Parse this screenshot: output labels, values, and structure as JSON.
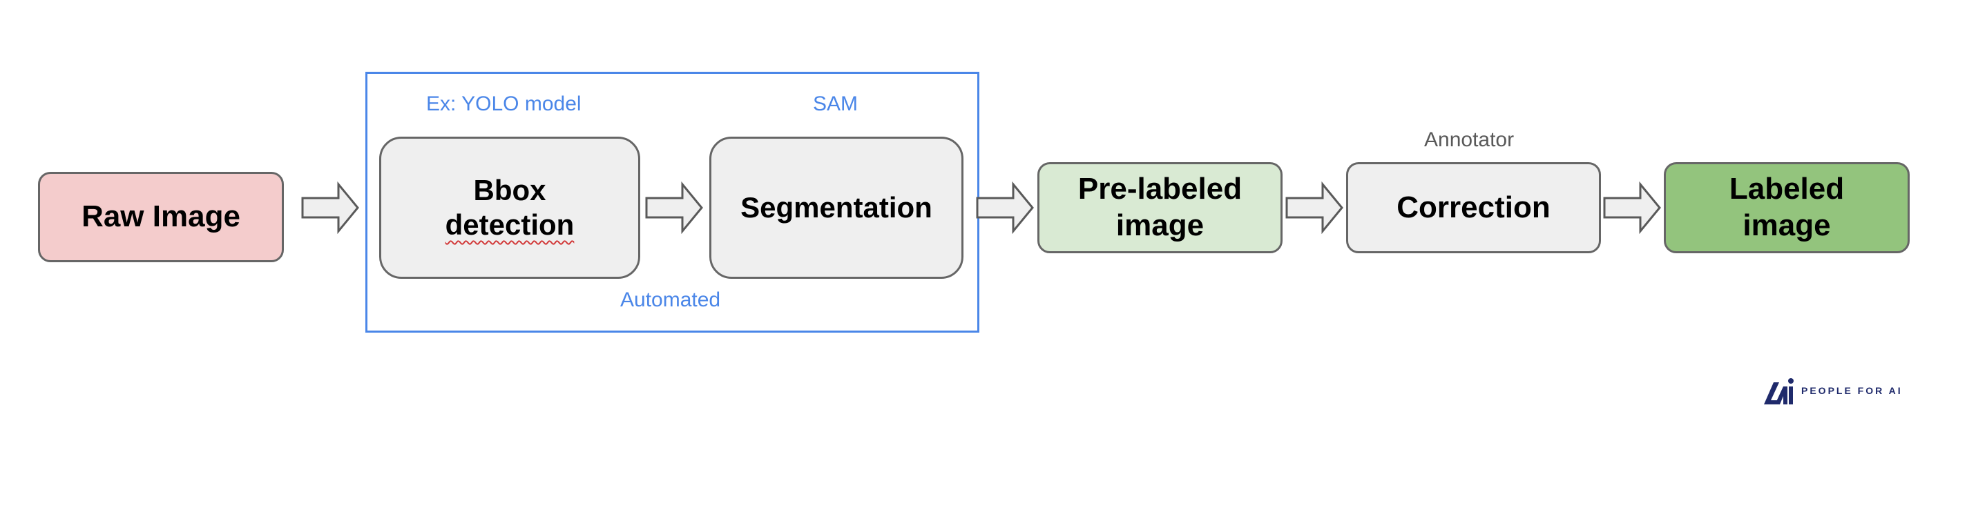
{
  "diagram": {
    "nodes": {
      "raw_image": "Raw Image",
      "bbox_detection_line1": "Bbox",
      "bbox_detection_line2": "detection",
      "segmentation": "Segmentation",
      "pre_labeled_line1": "Pre-labeled",
      "pre_labeled_line2": "image",
      "correction": "Correction",
      "labeled_line1": "Labeled",
      "labeled_line2": "image"
    },
    "captions": {
      "bbox_model": "Ex: YOLO model",
      "segmentation_model": "SAM",
      "automated_group": "Automated",
      "correction_role": "Annotator"
    },
    "logo": {
      "text": "PEOPLE FOR AI"
    },
    "colors": {
      "raw_fill": "#f4cccc",
      "step_fill": "#efefef",
      "pre_labeled_fill": "#d9ead3",
      "labeled_fill": "#93c47d",
      "group_border": "#4a86e8",
      "border": "#666666",
      "logo": "#1f2a6b"
    }
  }
}
